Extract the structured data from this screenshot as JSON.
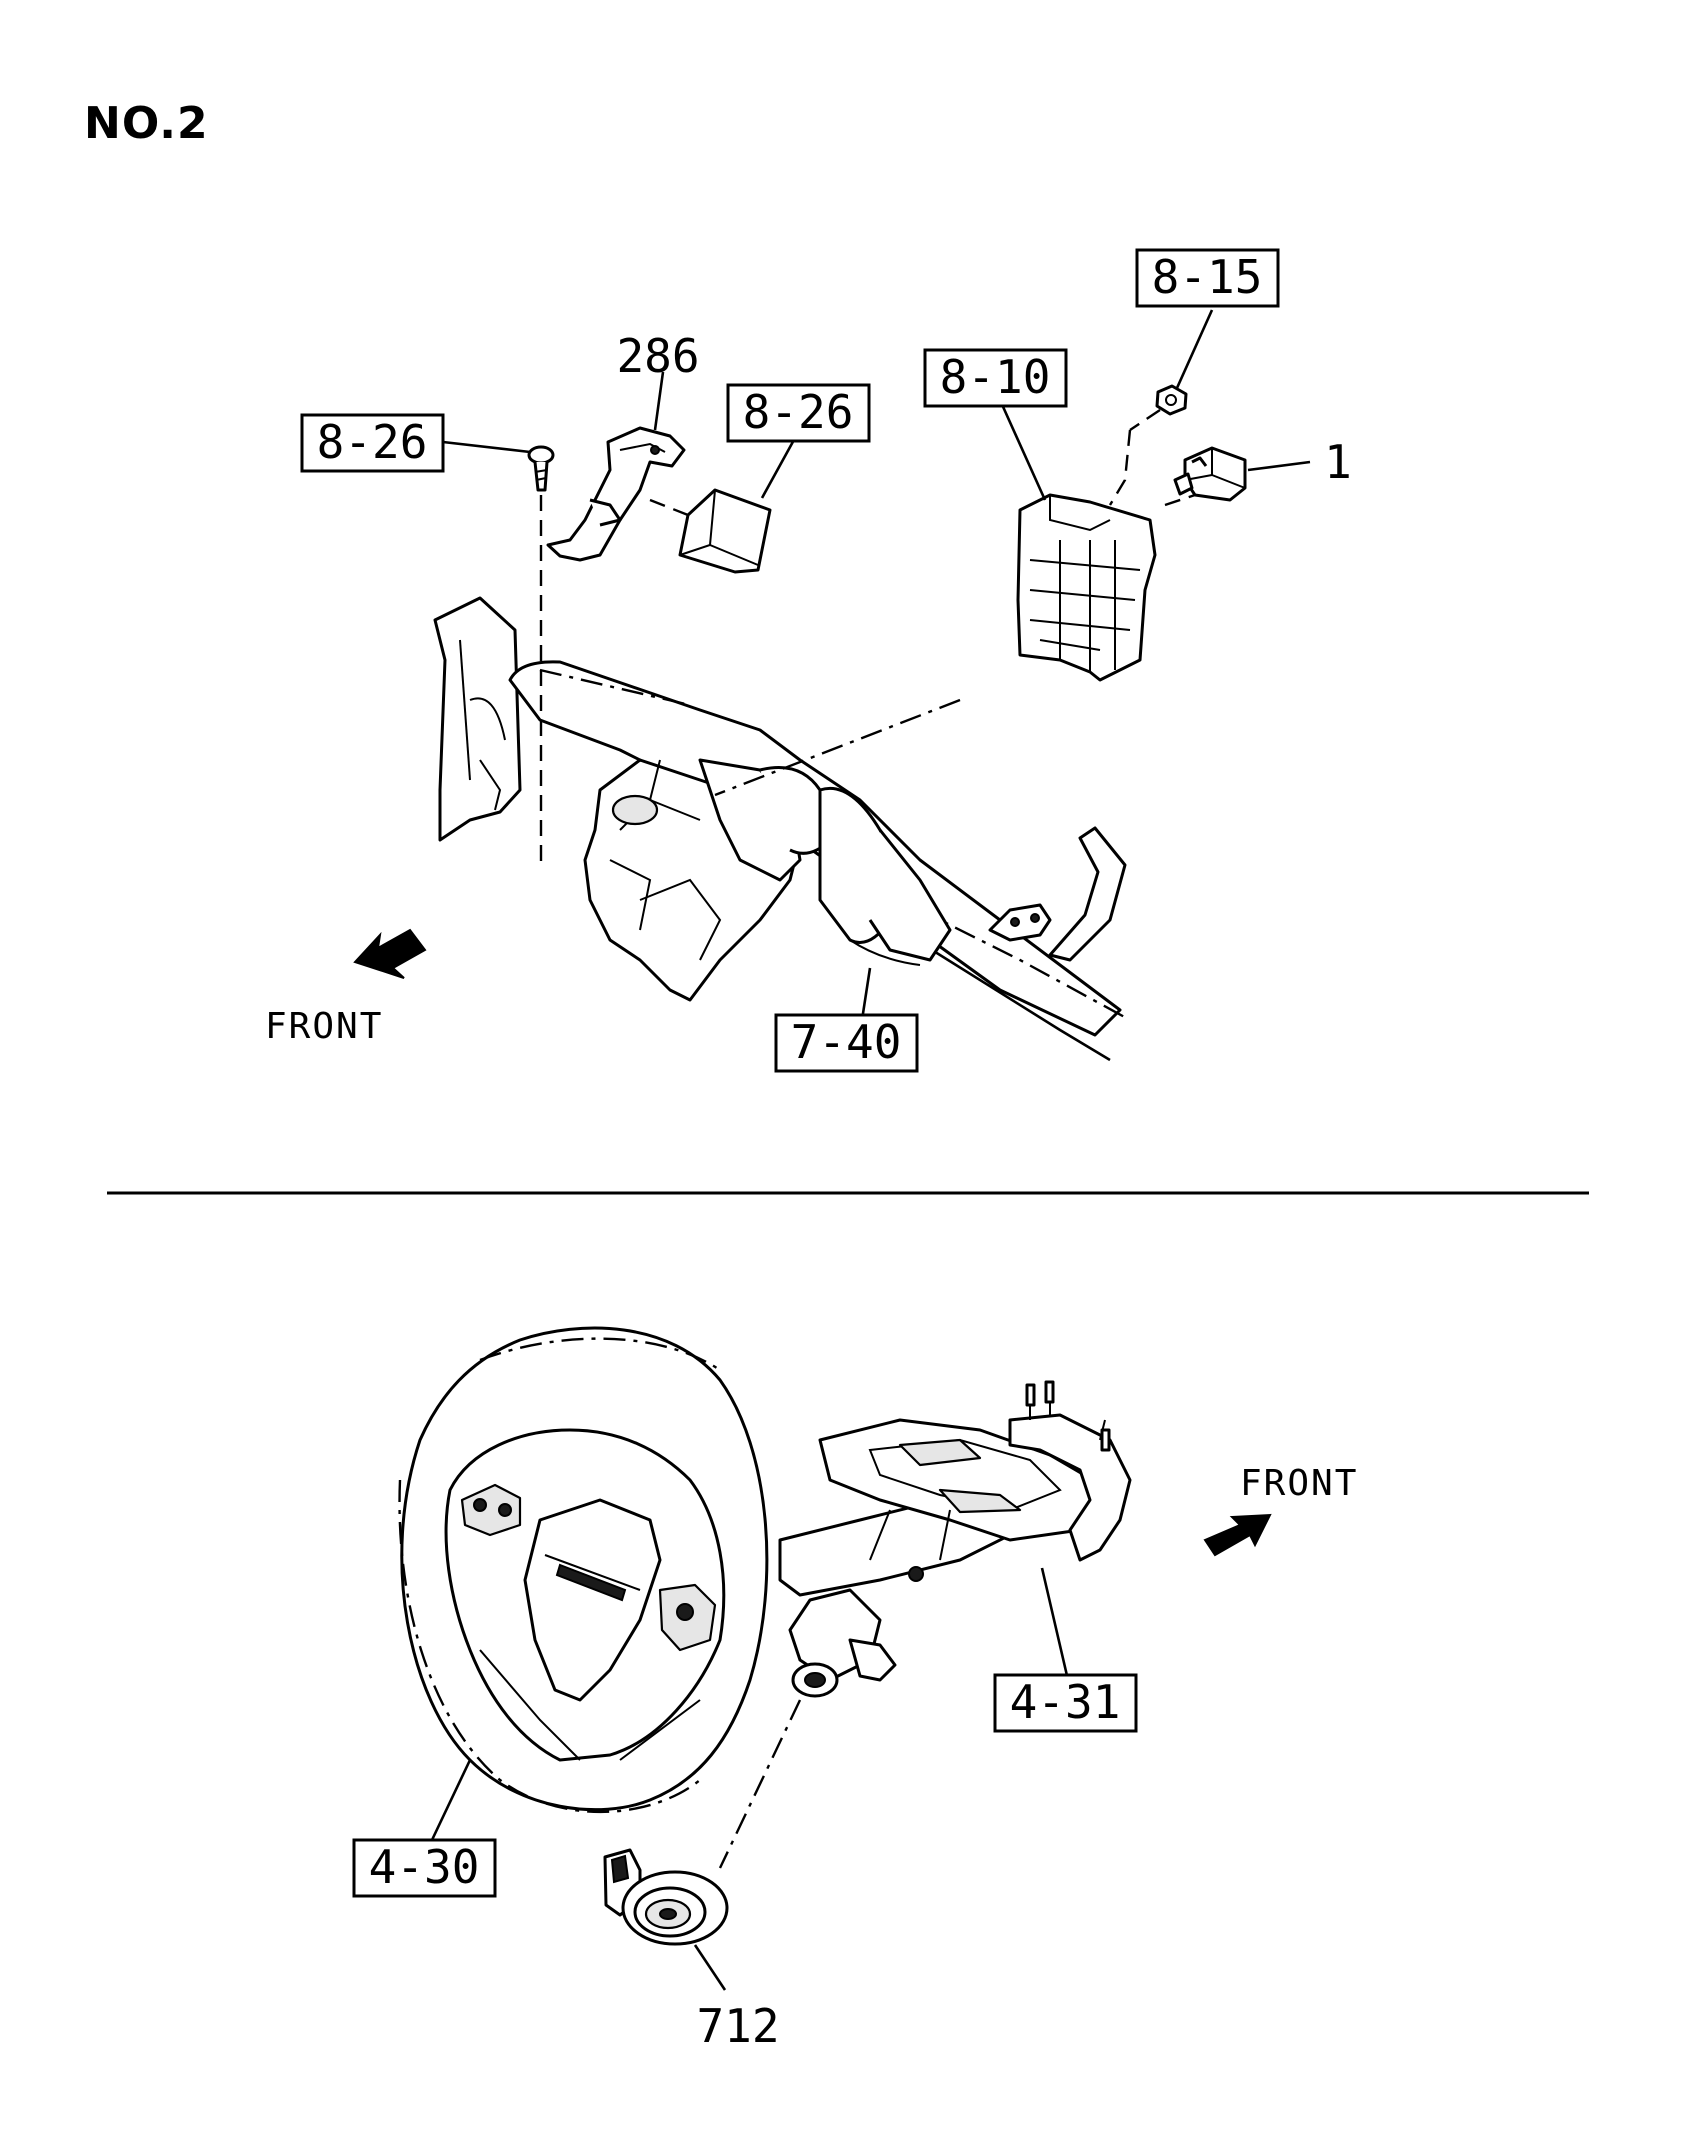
{
  "page_title": "NO.2",
  "callouts": {
    "bolt_8_26": "8-26",
    "bracket_286": "286",
    "module_8_26": "8-26",
    "junction_8_10": "8-10",
    "nut_8_15": "8-15",
    "relay_1": "1",
    "column_7_40": "7-40",
    "wheel_4_30": "4-30",
    "column_4_31": "4-31",
    "switch_712": "712"
  },
  "front_top": "FRONT",
  "front_bottom": "FRONT"
}
